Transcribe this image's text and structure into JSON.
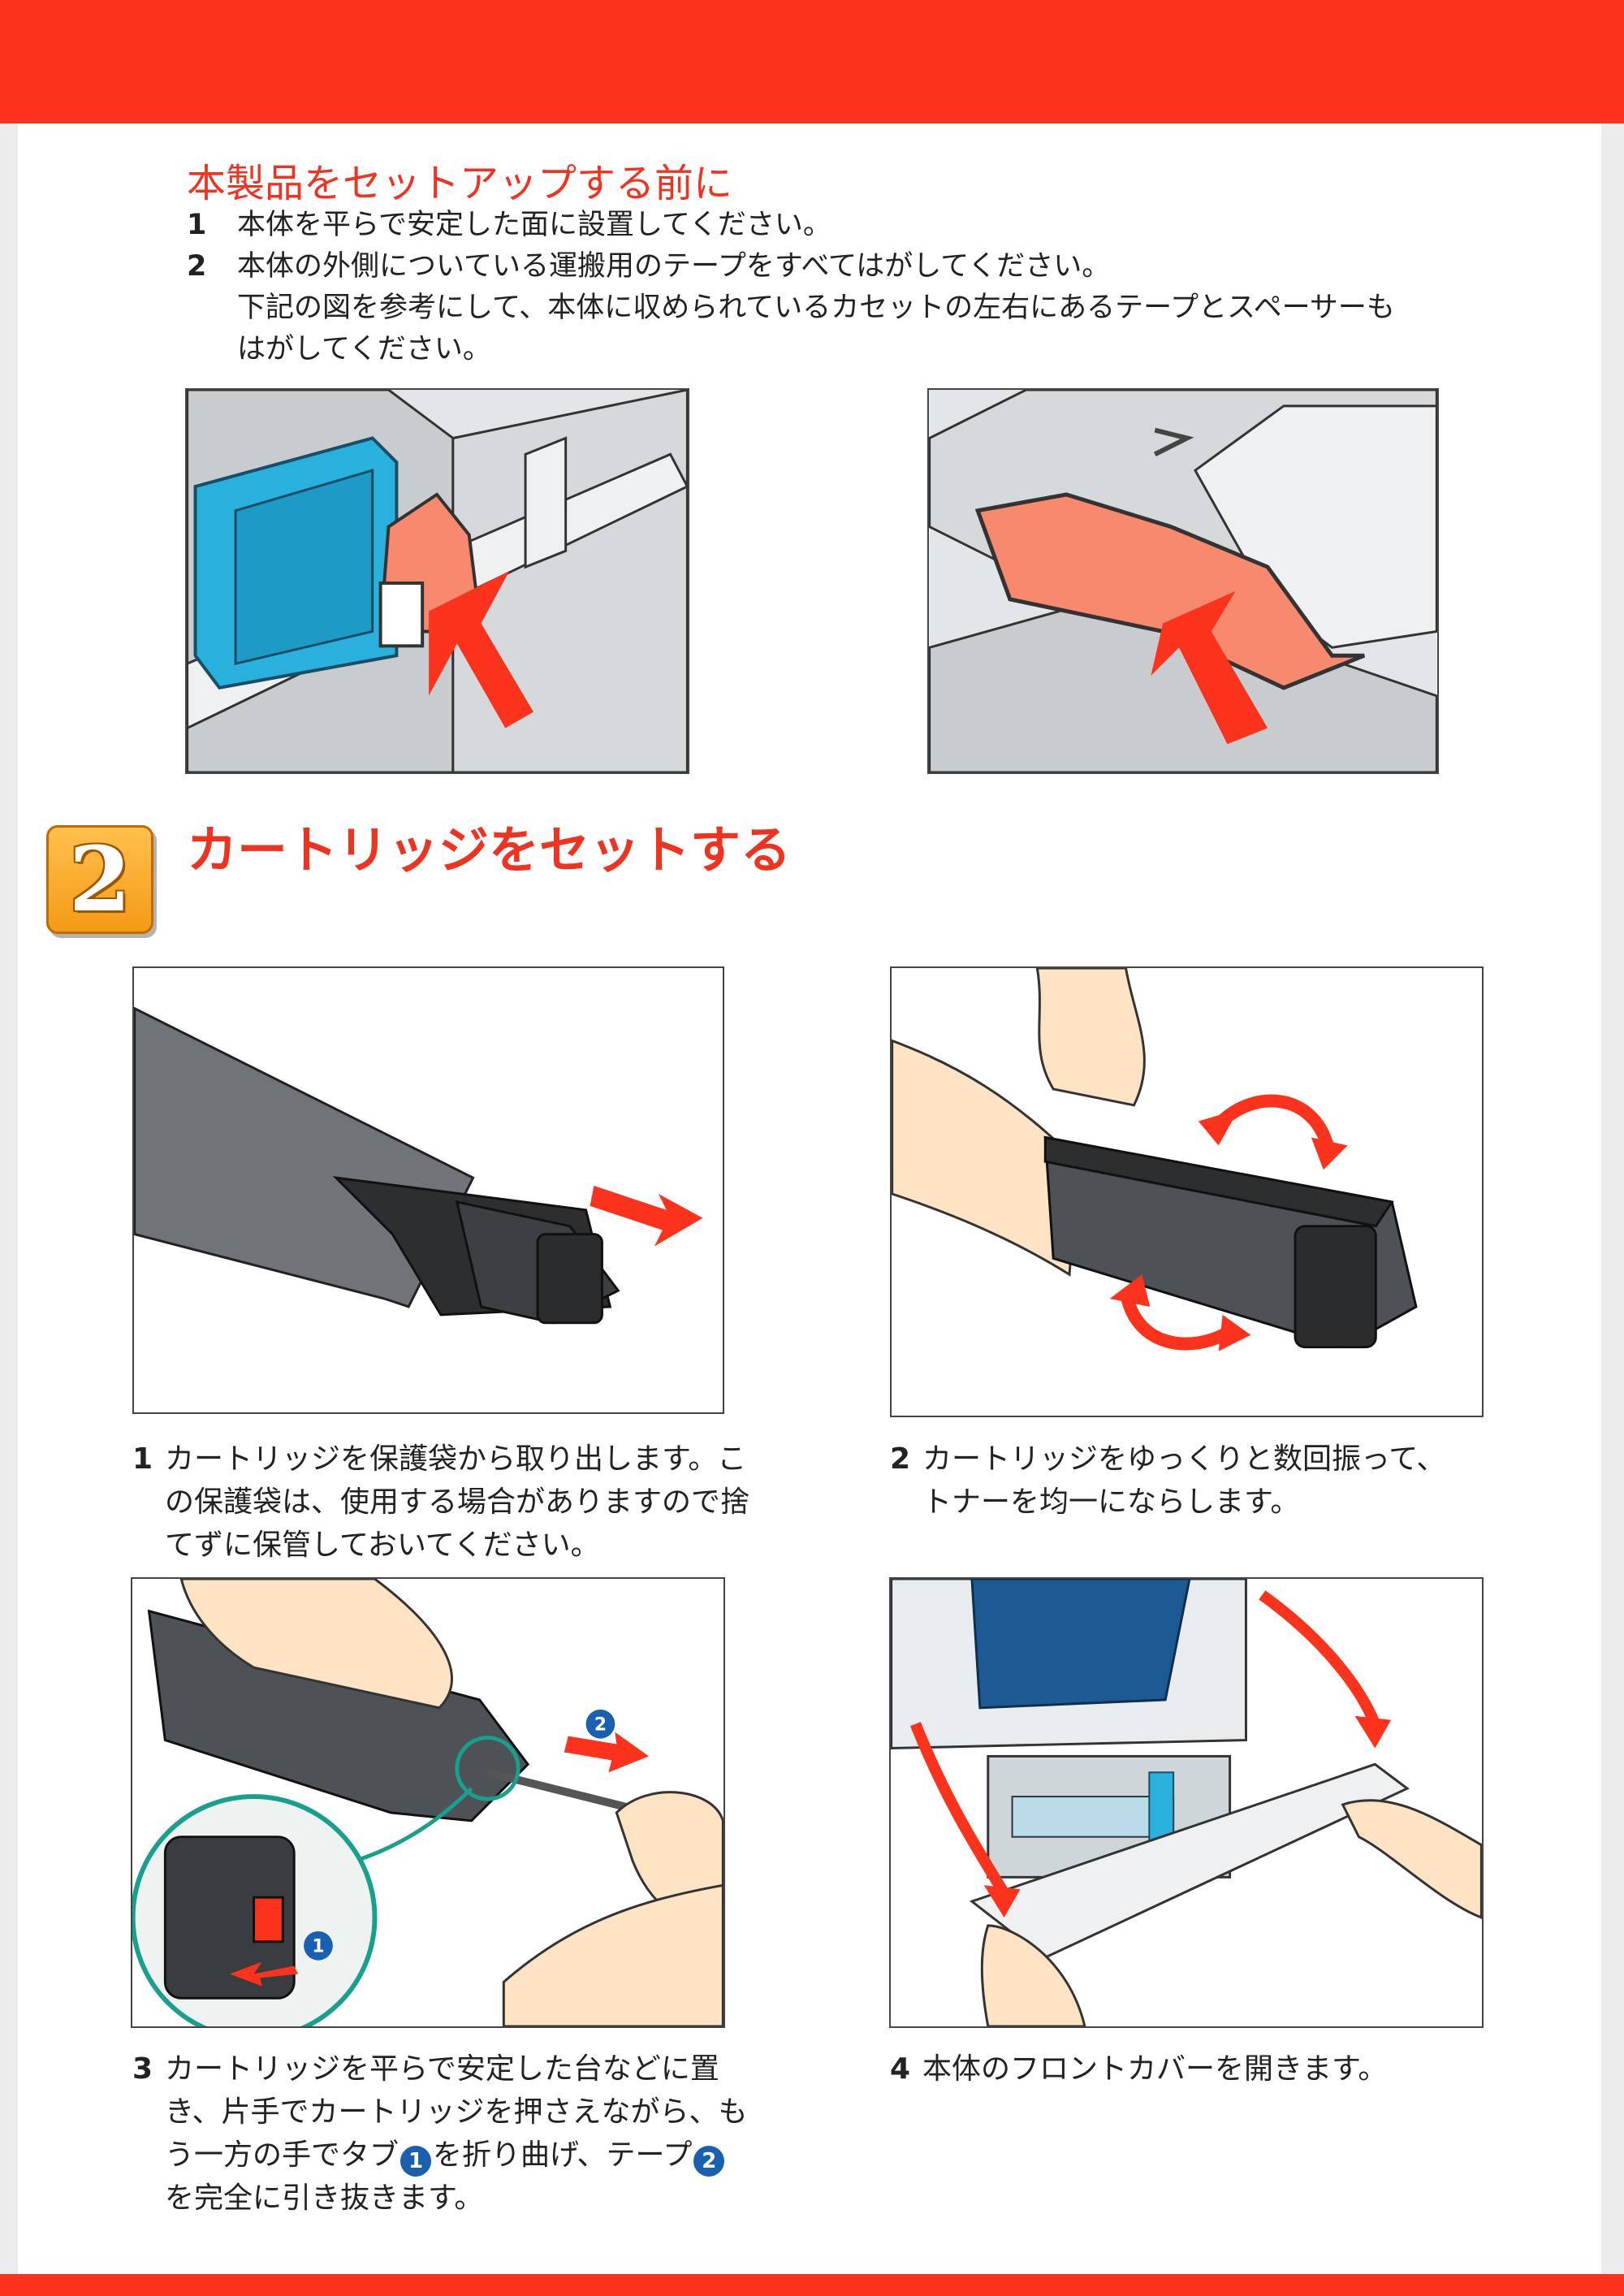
{
  "section1": {
    "title": "本製品をセットアップする前に",
    "steps": [
      {
        "num": "1",
        "text": "本体を平らで安定した面に設置してください。"
      },
      {
        "num": "2",
        "line1": "本体の外側についている運搬用のテープをすべてはがしてください。",
        "line2": "下記の図を参考にして、本体に収められているカセットの左右にあるテープとスペーサーも",
        "line3": "はがしてください。"
      }
    ]
  },
  "section2": {
    "badge": "2",
    "title": "カートリッジをセットする",
    "captions": [
      {
        "num": "1",
        "line1": "カートリッジを保護袋から取り出します。こ",
        "line2": "の保護袋は、使用する場合がありますので捨",
        "line3": "てずに保管しておいてください。"
      },
      {
        "num": "2",
        "line1": "カートリッジをゆっくりと数回振って、",
        "line2": "トナーを均一にならします。"
      },
      {
        "num": "3",
        "line1": "カートリッジを平らで安定した台などに置",
        "line2": "き、片手でカートリッジを押さえながら、も",
        "line3a": "う一方の手でタブ",
        "line3b": "を折り曲げ、テープ",
        "line4": "を完全に引き抜きます。"
      },
      {
        "num": "4",
        "line1": "本体のフロントカバーを開きます。"
      }
    ],
    "callout_labels": [
      "1",
      "2"
    ]
  },
  "colors": {
    "accent_red": "#fb321c",
    "title_red": "#ee3321",
    "tape_salmon": "#f7896f",
    "spacer_cyan": "#2ab0dc",
    "badge_orange": "#f7a928",
    "callout_blue": "#1a5fb0"
  }
}
